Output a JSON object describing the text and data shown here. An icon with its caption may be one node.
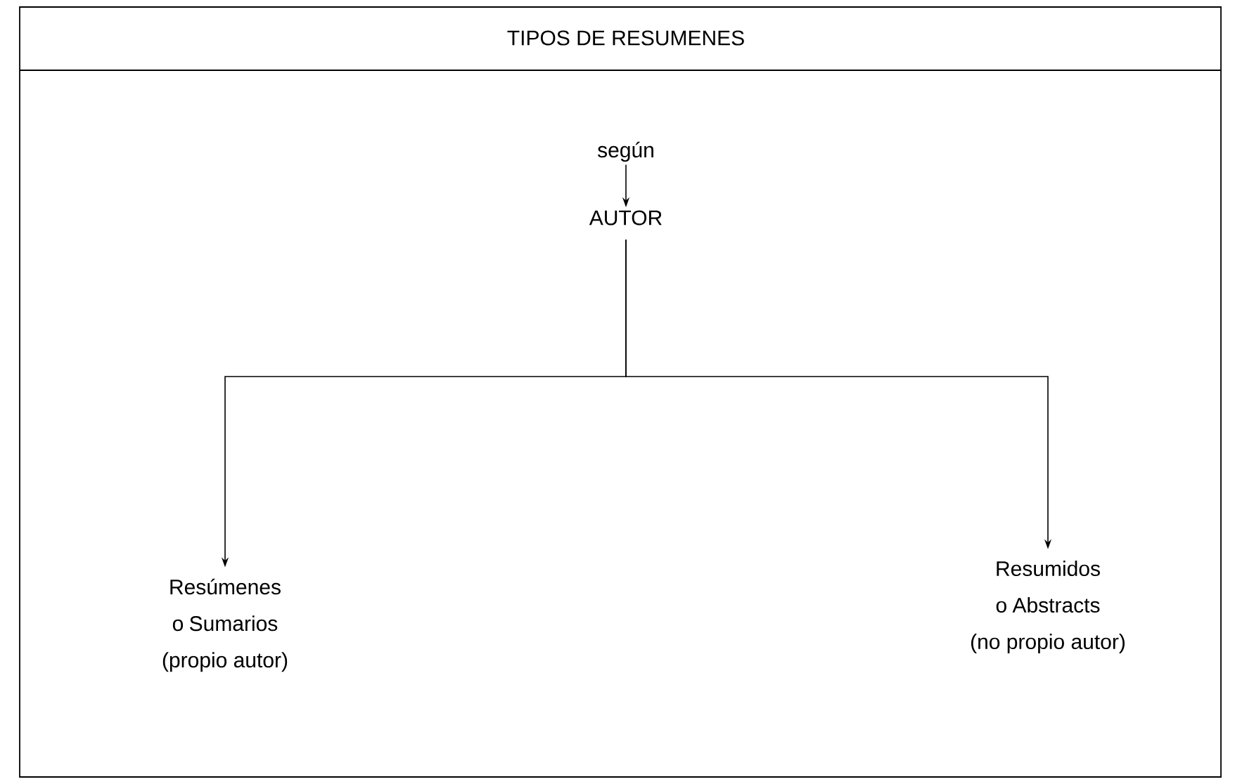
{
  "diagram": {
    "title": "TIPOS DE RESUMENES",
    "nodes": [
      {
        "text": [
          "según"
        ]
      },
      {
        "text": [
          "AUTOR"
        ]
      },
      {
        "text": [
          "Resúmenes o Sumarios",
          "(propio autor)"
        ]
      },
      {
        "text": [
          "Resumidos o Abstracts",
          "(no propio autor)"
        ]
      }
    ],
    "edges": [
      {
        "from": 0,
        "to": 1,
        "arrow": "to"
      },
      {
        "from": 1,
        "to": 2,
        "arrow": "to"
      },
      {
        "from": 1,
        "to": 3,
        "arrow": "to"
      }
    ]
  }
}
